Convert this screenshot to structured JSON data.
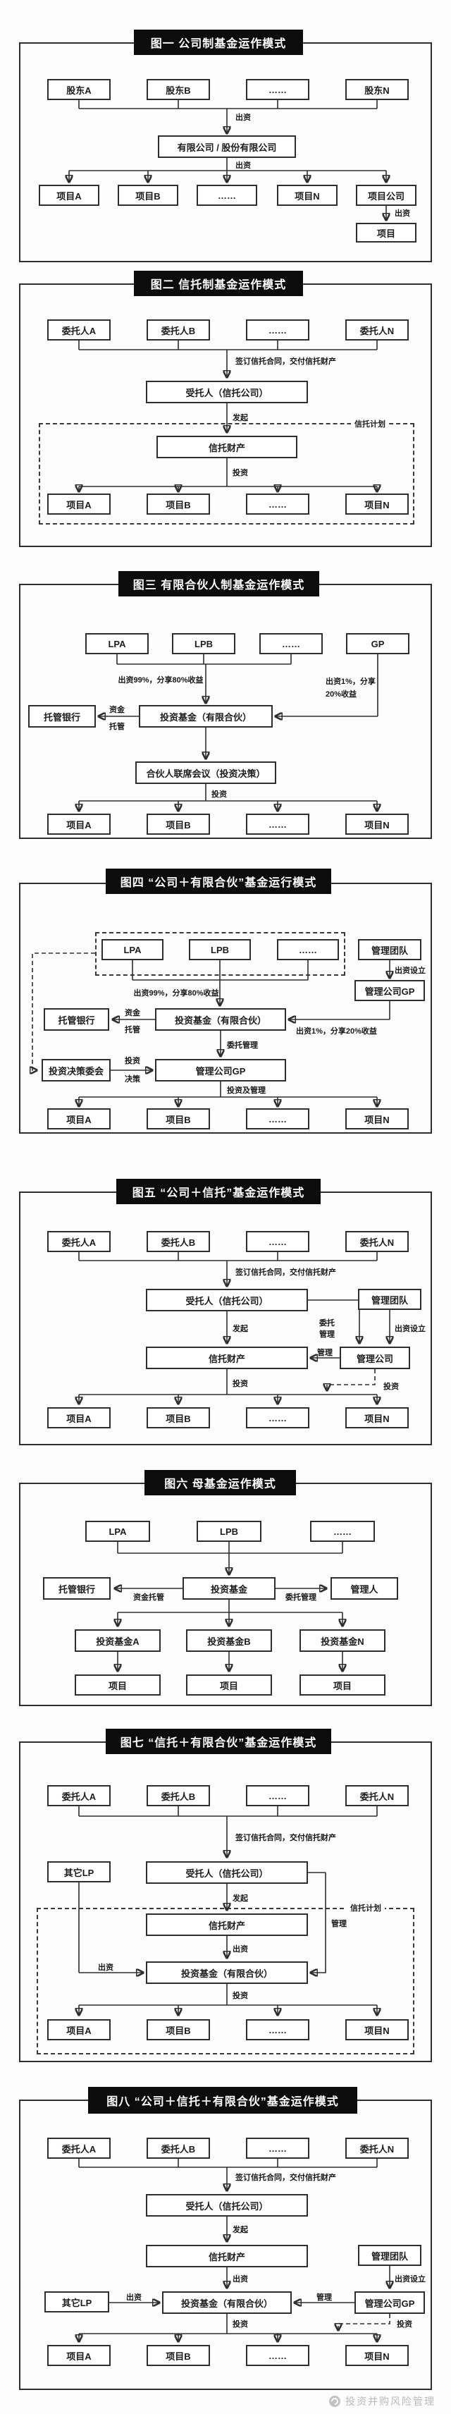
{
  "watermark": {
    "text": "投资并购风险管理"
  },
  "d1": {
    "title": "图一 公司制基金运作模式",
    "boxes": {
      "sh_a": "股东A",
      "sh_b": "股东B",
      "dots": "……",
      "sh_n": "股东N",
      "company": "有限公司 / 股份有限公司",
      "p_a": "项目A",
      "p_b": "项目B",
      "p_dots": "……",
      "p_n": "项目N",
      "p_co": "项目公司",
      "project": "项目"
    },
    "labels": {
      "out1": "出资",
      "out2": "出资",
      "out3": "出资"
    }
  },
  "d2": {
    "title": "图二 信托制基金运作模式",
    "boxes": {
      "c_a": "委托人A",
      "c_b": "委托人B",
      "dots": "……",
      "c_n": "委托人N",
      "trustee": "受托人（信托公司）",
      "assets": "信托财产",
      "p_a": "项目A",
      "p_b": "项目B",
      "p_dots": "……",
      "p_n": "项目N"
    },
    "labels": {
      "sign": "签订信托合同，交付信托财产",
      "faqi": "发起",
      "touzi": "投资",
      "plan": "信托计划"
    }
  },
  "d3": {
    "title": "图三 有限合伙人制基金运作模式",
    "boxes": {
      "lpa": "LPA",
      "lpb": "LPB",
      "dots": "……",
      "gp": "GP",
      "fund": "投资基金（有限合伙）",
      "bank": "托管银行",
      "meeting": "合伙人联席会议（投资决策）",
      "p_a": "项目A",
      "p_b": "项目B",
      "p_dots": "……",
      "p_n": "项目N"
    },
    "labels": {
      "lp_out": "出资99%，分享80%收益",
      "gp_out1": "出资1%，分享",
      "gp_out2": "20%收益",
      "zijin": "资金",
      "tuoguan": "托管",
      "touzi": "投资"
    }
  },
  "d4": {
    "title": "图四 “公司＋有限合伙”基金运行模式",
    "boxes": {
      "lpa": "LPA",
      "lpb": "LPB",
      "dots": "……",
      "team": "管理团队",
      "gp_right": "管理公司GP",
      "fund": "投资基金（有限合伙）",
      "bank": "托管银行",
      "committee": "投资决策委会",
      "gp_center": "管理公司GP",
      "p_a": "项目A",
      "p_b": "项目B",
      "p_dots": "……",
      "p_n": "项目N"
    },
    "labels": {
      "setup": "出资设立",
      "lp_out": "出资99%，分享80%收益",
      "gp_out": "出资1%，分享20%收益",
      "zijin": "资金",
      "tuoguan": "托管",
      "weituo": "委托管理",
      "touzi": "投资",
      "juece": "决策",
      "invest_manage": "投资及管理"
    }
  },
  "d5": {
    "title": "图五 “公司＋信托”基金运作模式",
    "boxes": {
      "c_a": "委托人A",
      "c_b": "委托人B",
      "dots": "……",
      "c_n": "委托人N",
      "trustee": "受托人（信托公司）",
      "team": "管理团队",
      "mgmt": "管理公司",
      "assets": "信托财产",
      "p_a": "项目A",
      "p_b": "项目B",
      "p_dots": "……",
      "p_n": "项目N"
    },
    "labels": {
      "sign": "签订信托合同，交付信托财产",
      "faqi": "发起",
      "weituo": "委托",
      "guanli_v": "管理",
      "setup": "出资设立",
      "guanli": "管理",
      "touzi_c": "投资",
      "touzi_d": "投资"
    }
  },
  "d6": {
    "title": "图六 母基金运作模式",
    "boxes": {
      "lpa": "LPA",
      "lpb": "LPB",
      "dots": "……",
      "fund": "投资基金",
      "bank": "托管银行",
      "mgr": "管理人",
      "fund_a": "投资基金A",
      "fund_b": "投资基金B",
      "fund_n": "投资基金N",
      "proj1": "项目",
      "proj2": "项目",
      "proj3": "项目"
    },
    "labels": {
      "zjtg": "资金托管",
      "wtgl": "委托管理"
    }
  },
  "d7": {
    "title": "图七 “信托＋有限合伙”基金运作模式",
    "boxes": {
      "c_a": "委托人A",
      "c_b": "委托人B",
      "dots": "……",
      "c_n": "委托人N",
      "other_lp": "其它LP",
      "trustee": "受托人（信托公司）",
      "assets": "信托财产",
      "fund": "投资基金（有限合伙）",
      "p_a": "项目A",
      "p_b": "项目B",
      "p_dots": "……",
      "p_n": "项目N"
    },
    "labels": {
      "sign": "签订信托合同，交付信托财产",
      "faqi": "发起",
      "plan": "信托计划",
      "guanli": "管理",
      "chuzi_lp": "出资",
      "chuzi": "出资",
      "touzi": "投资"
    }
  },
  "d8": {
    "title": "图八 “公司＋信托＋有限合伙”基金运作模式",
    "boxes": {
      "c_a": "委托人A",
      "c_b": "委托人B",
      "dots": "……",
      "c_n": "委托人N",
      "trustee": "受托人（信托公司）",
      "assets": "信托财产",
      "team": "管理团队",
      "gp": "管理公司GP",
      "other_lp": "其它LP",
      "fund": "投资基金（有限合伙）",
      "p_a": "项目A",
      "p_b": "项目B",
      "p_dots": "……",
      "p_n": "项目N"
    },
    "labels": {
      "sign": "签订信托合同，交付信托财产",
      "faqi": "发起",
      "chuzi": "出资",
      "setup": "出资设立",
      "guanli": "管理",
      "chuzi_lp": "出资",
      "touzi_d": "投资",
      "touzi_c": "投资"
    }
  }
}
